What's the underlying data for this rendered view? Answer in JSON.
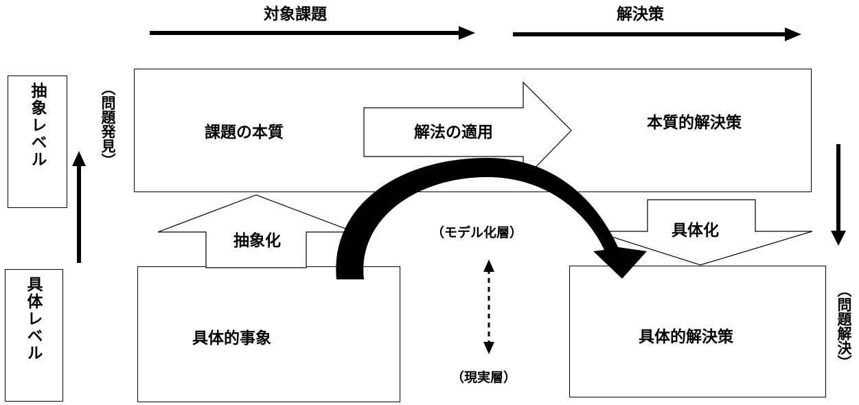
{
  "header": {
    "target_issue": "対象課題",
    "solution": "解決策"
  },
  "side_labels": {
    "abstract_level": "抽象レベル",
    "concrete_level": "具体レベル",
    "problem_discovery": "（問題発見）",
    "problem_solving": "（問題解決）"
  },
  "boxes": {
    "issue_essence": "課題の本質",
    "essential_solution": "本質的解決策",
    "concrete_phenomenon": "具体的事象",
    "concrete_solution": "具体的解決策"
  },
  "arrows": {
    "apply_solution": "解法の適用",
    "abstraction": "抽象化",
    "concretization": "具体化"
  },
  "layers": {
    "model_layer": "（モデル化層）",
    "reality_layer": "（現実層）"
  }
}
